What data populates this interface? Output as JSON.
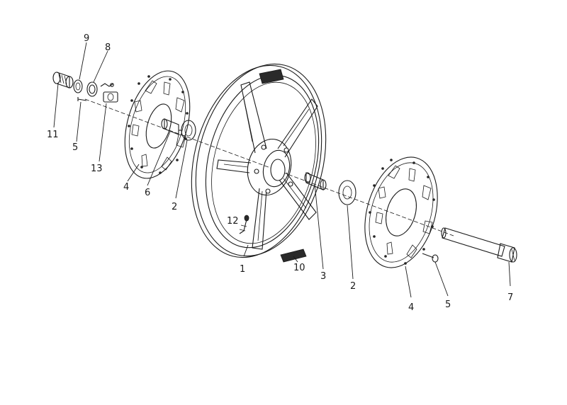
{
  "callouts": [
    {
      "id": "c9",
      "text": "9"
    },
    {
      "id": "c8",
      "text": "8"
    },
    {
      "id": "c11",
      "text": "11"
    },
    {
      "id": "c5a",
      "text": "5"
    },
    {
      "id": "c13",
      "text": "13"
    },
    {
      "id": "c4a",
      "text": "4"
    },
    {
      "id": "c6",
      "text": "6"
    },
    {
      "id": "c2a",
      "text": "2"
    },
    {
      "id": "c12",
      "text": "12"
    },
    {
      "id": "c1",
      "text": "1"
    },
    {
      "id": "c10",
      "text": "10"
    },
    {
      "id": "c3",
      "text": "3"
    },
    {
      "id": "c2b",
      "text": "2"
    },
    {
      "id": "c4b",
      "text": "4"
    },
    {
      "id": "c5b",
      "text": "5"
    },
    {
      "id": "c7",
      "text": "7"
    }
  ]
}
